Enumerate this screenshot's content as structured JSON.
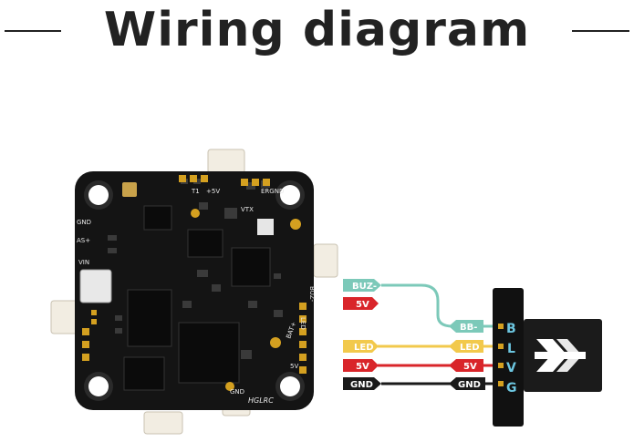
{
  "title": "Wiring diagram",
  "board_silk": {
    "bat_plus": "BAT+",
    "gnd": "GND",
    "led": "LED",
    "buz": "BUZ-",
    "v5": "5V",
    "vtx": "VTX",
    "ergnd": "ERGND",
    "t1": "T1",
    "plus5v": "+5V",
    "gnd_left": "GND",
    "vin": "VIN",
    "as": "AS+",
    "brand": "HGLRC"
  },
  "wires": {
    "left": [
      {
        "label": "BUZ-",
        "color": "#7cc9b9",
        "text_color": "#ffffff"
      },
      {
        "label": "5V",
        "color": "#d9252a",
        "text_color": "#ffffff"
      },
      {
        "label": "LED",
        "color": "#f2c94c",
        "text_color": "#ffffff"
      },
      {
        "label": "5V",
        "color": "#d9252a",
        "text_color": "#ffffff"
      },
      {
        "label": "GND",
        "color": "#1a1a1a",
        "text_color": "#ffffff"
      }
    ],
    "right": [
      {
        "label": "BB-",
        "color": "#7cc9b9",
        "text_color": "#ffffff"
      },
      {
        "label": "LED",
        "color": "#f2c94c",
        "text_color": "#ffffff"
      },
      {
        "label": "5V",
        "color": "#d9252a",
        "text_color": "#ffffff"
      },
      {
        "label": "GND",
        "color": "#1a1a1a",
        "text_color": "#ffffff"
      }
    ]
  },
  "module_pins": [
    "B",
    "L",
    "V",
    "G"
  ],
  "colors": {
    "board": "#141414",
    "pad": "#d4a020",
    "connector": "#f2ede2",
    "pin_text": "#6cc6e0"
  }
}
